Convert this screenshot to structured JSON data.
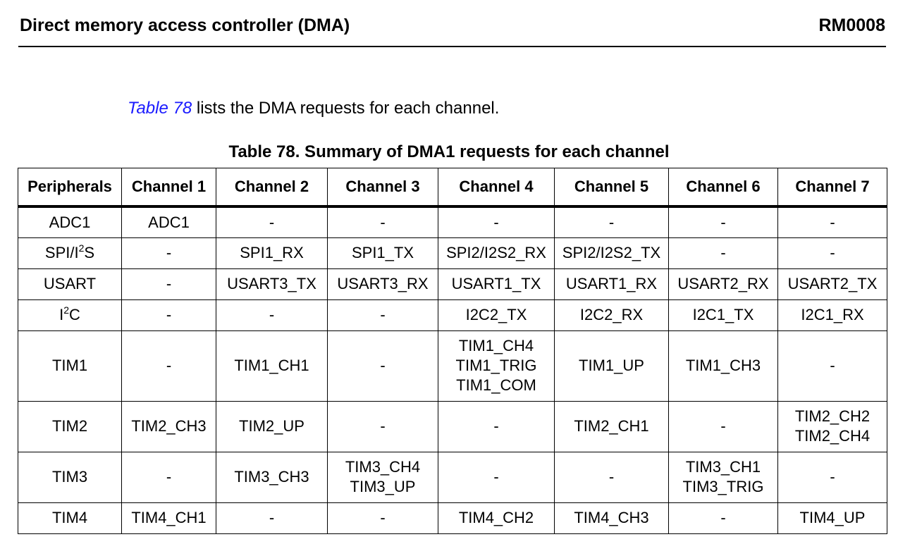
{
  "header": {
    "title": "Direct memory access controller (DMA)",
    "doc_code": "RM0008"
  },
  "intro": {
    "link_text": "Table 78",
    "text": " lists the DMA requests for each channel."
  },
  "table": {
    "caption": "Table 78. Summary of DMA1 requests for each channel",
    "columns": [
      "Peripherals",
      "Channel 1",
      "Channel 2",
      "Channel 3",
      "Channel 4",
      "Channel 5",
      "Channel 6",
      "Channel 7"
    ],
    "rows": [
      {
        "peripheral": "ADC1",
        "cells": [
          [
            "ADC1"
          ],
          [
            "-"
          ],
          [
            "-"
          ],
          [
            "-"
          ],
          [
            "-"
          ],
          [
            "-"
          ],
          [
            "-"
          ]
        ]
      },
      {
        "peripheral_parts": [
          "SPI/I",
          "2",
          "S"
        ],
        "cells": [
          [
            "-"
          ],
          [
            "SPI1_RX"
          ],
          [
            "SPI1_TX"
          ],
          [
            "SPI2/I2S2_RX"
          ],
          [
            "SPI2/I2S2_TX"
          ],
          [
            "-"
          ],
          [
            "-"
          ]
        ]
      },
      {
        "peripheral": "USART",
        "cells": [
          [
            "-"
          ],
          [
            "USART3_TX"
          ],
          [
            "USART3_RX"
          ],
          [
            "USART1_TX"
          ],
          [
            "USART1_RX"
          ],
          [
            "USART2_RX"
          ],
          [
            "USART2_TX"
          ]
        ]
      },
      {
        "peripheral_parts": [
          "I",
          "2",
          "C"
        ],
        "cells": [
          [
            "-"
          ],
          [
            "-"
          ],
          [
            "-"
          ],
          [
            "I2C2_TX"
          ],
          [
            "I2C2_RX"
          ],
          [
            "I2C1_TX"
          ],
          [
            "I2C1_RX"
          ]
        ]
      },
      {
        "peripheral": "TIM1",
        "cells": [
          [
            "-"
          ],
          [
            "TIM1_CH1"
          ],
          [
            "-"
          ],
          [
            "TIM1_CH4",
            "TIM1_TRIG",
            "TIM1_COM"
          ],
          [
            "TIM1_UP"
          ],
          [
            "TIM1_CH3"
          ],
          [
            "-"
          ]
        ]
      },
      {
        "peripheral": "TIM2",
        "cells": [
          [
            "TIM2_CH3"
          ],
          [
            "TIM2_UP"
          ],
          [
            "-"
          ],
          [
            "-"
          ],
          [
            "TIM2_CH1"
          ],
          [
            "-"
          ],
          [
            "TIM2_CH2",
            "TIM2_CH4"
          ]
        ]
      },
      {
        "peripheral": "TIM3",
        "cells": [
          [
            "-"
          ],
          [
            "TIM3_CH3"
          ],
          [
            "TIM3_CH4",
            "TIM3_UP"
          ],
          [
            "-"
          ],
          [
            "-"
          ],
          [
            "TIM3_CH1",
            "TIM3_TRIG"
          ],
          [
            "-"
          ]
        ]
      },
      {
        "peripheral": "TIM4",
        "cells": [
          [
            "TIM4_CH1"
          ],
          [
            "-"
          ],
          [
            "-"
          ],
          [
            "TIM4_CH2"
          ],
          [
            "TIM4_CH3"
          ],
          [
            "-"
          ],
          [
            "TIM4_UP"
          ]
        ]
      }
    ]
  }
}
